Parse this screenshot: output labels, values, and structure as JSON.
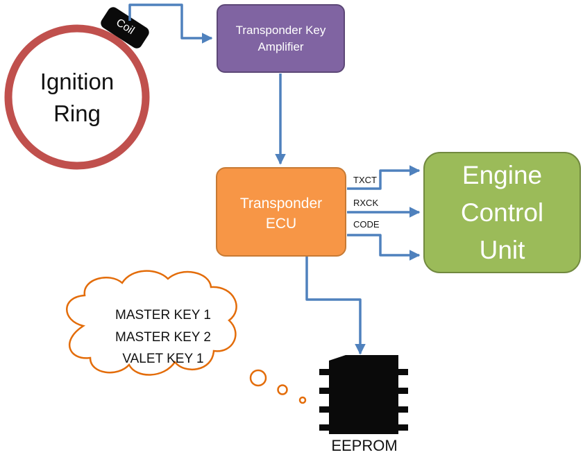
{
  "ignition_ring": {
    "label": "Ignition\nRing",
    "color": "#c0504d"
  },
  "coil": {
    "label": "Coil"
  },
  "amplifier": {
    "label": "Transponder Key\nAmplifier",
    "color": "#8064a2"
  },
  "ecu": {
    "label": "Transponder\nECU",
    "color": "#f79646"
  },
  "engine_control_unit": {
    "label": "Engine\nControl\nUnit",
    "color": "#9bbb59"
  },
  "signals": {
    "txct": "TXCT",
    "rxck": "RXCK",
    "code": "CODE"
  },
  "thought_bubble": {
    "line1": "MASTER KEY 1",
    "line2": "MASTER KEY 2",
    "line3": "VALET KEY 1",
    "color": "#e36c09"
  },
  "eeprom": {
    "label": "EEPROM"
  },
  "connector_color": "#4f81bd"
}
